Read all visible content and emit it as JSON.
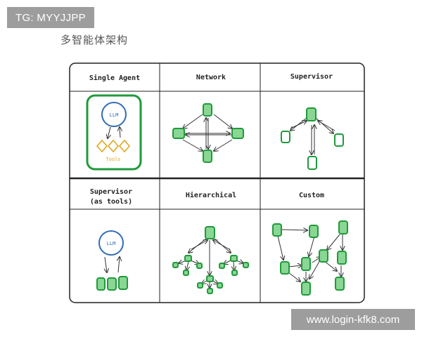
{
  "header": {
    "tag": "TG: MYYJJPP",
    "subtitle": "多智能体架构"
  },
  "watermark": "www.login-kfk8.com",
  "panels": {
    "single_agent": {
      "title": "Single Agent",
      "llm_label": "LLM",
      "tools_label": "Tools"
    },
    "network": {
      "title": "Network"
    },
    "supervisor": {
      "title": "Supervisor"
    },
    "supervisor_tools": {
      "title_line1": "Supervisor",
      "title_line2": "(as tools)",
      "llm_label": "LLM"
    },
    "hierarchical": {
      "title": "Hierarchical"
    },
    "custom": {
      "title": "Custom"
    }
  },
  "colors": {
    "node_fill": "#8ad694",
    "node_stroke": "#1f9a3a",
    "llm_stroke": "#2f6db5",
    "tools_color": "#e0a820",
    "frame": "#222222"
  }
}
